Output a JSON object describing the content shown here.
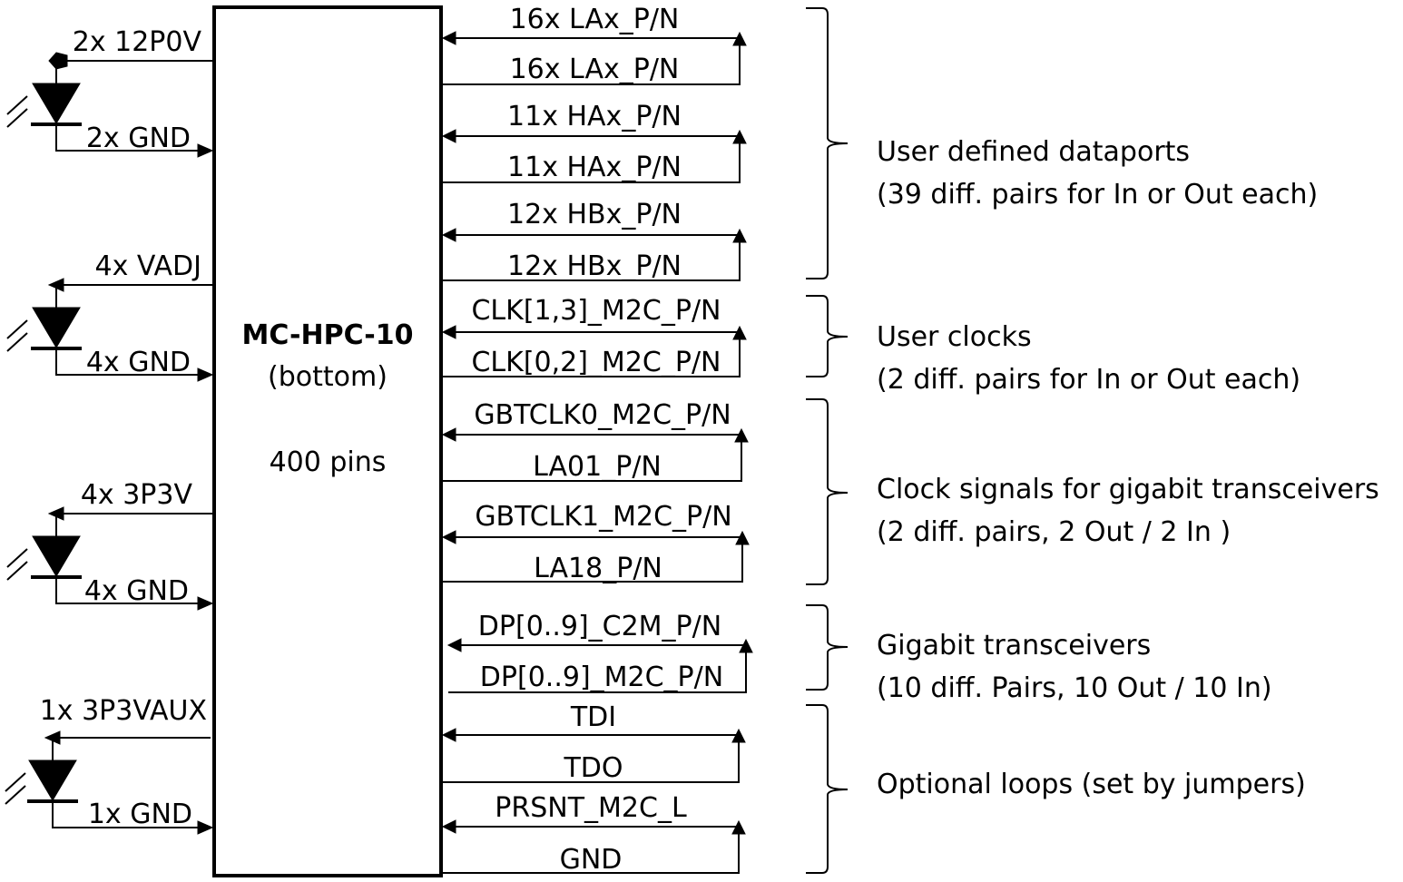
{
  "chip": {
    "name": "MC-HPC-10",
    "side": "(bottom)",
    "pins": "400 pins"
  },
  "power_groups": [
    {
      "supply": "2x 12P0V",
      "ground": "2x GND"
    },
    {
      "supply": "4x VADJ",
      "ground": "4x GND"
    },
    {
      "supply": "4x 3P3V",
      "ground": "4x GND"
    },
    {
      "supply": "1x 3P3VAUX",
      "ground": "1x GND"
    }
  ],
  "loops": [
    {
      "in": "16x LAx_P/N",
      "out": "16x LAx_P/N"
    },
    {
      "in": "11x HAx_P/N",
      "out": "11x HAx_P/N"
    },
    {
      "in": "12x HBx_P/N",
      "out": "12x HBx_P/N"
    },
    {
      "in": "CLK[1,3]_M2C_P/N",
      "out": "CLK[0,2]_M2C_P/N"
    },
    {
      "in": "GBTCLK0_M2C_P/N",
      "out": "LA01_P/N"
    },
    {
      "in": "GBTCLK1_M2C_P/N",
      "out": "LA18_P/N"
    },
    {
      "in": "DP[0..9]_C2M_P/N",
      "out": "DP[0..9]_M2C_P/N"
    },
    {
      "in": "TDI",
      "out": "TDO"
    },
    {
      "in": "PRSNT_M2C_L",
      "out": "GND"
    }
  ],
  "groups": [
    {
      "title": "User defined dataports",
      "detail": "(39 diff. pairs for In or Out each)"
    },
    {
      "title": "User clocks",
      "detail": "(2 diff. pairs for In or Out each)"
    },
    {
      "title": "Clock signals for gigabit transceivers",
      "detail": "(2 diff. pairs, 2 Out / 2 In )"
    },
    {
      "title": "Gigabit transceivers",
      "detail": "(10 diff. Pairs, 10 Out / 10 In)"
    },
    {
      "title": "Optional loops (set by jumpers)",
      "detail": ""
    }
  ]
}
